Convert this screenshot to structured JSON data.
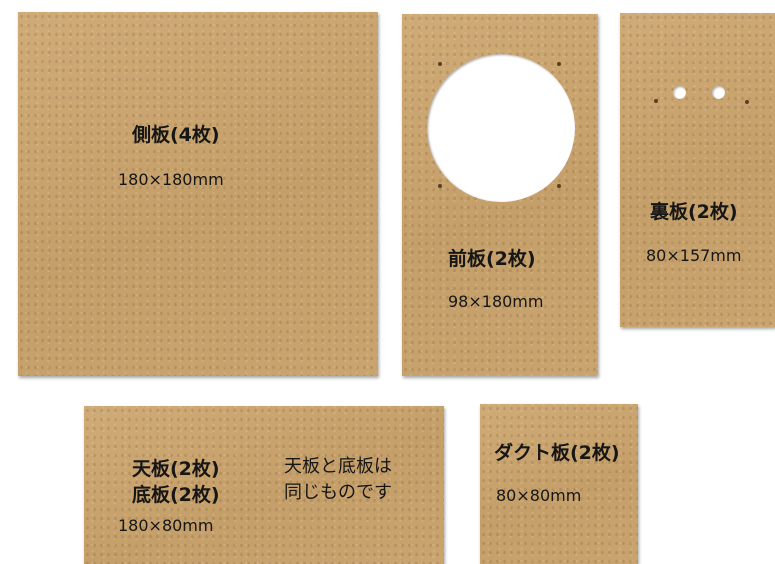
{
  "panels": {
    "side": {
      "name": "側板(4枚)",
      "dim": "180×180mm"
    },
    "front": {
      "name": "前板(2枚)",
      "dim": "98×180mm"
    },
    "back": {
      "name": "裏板(2枚)",
      "dim": "80×157mm"
    },
    "top_bottom": {
      "name_top": "天板(2枚)",
      "name_bottom": "底板(2枚)",
      "dim": "180×80mm",
      "note_line1": "天板と底板は",
      "note_line2": "同じものです"
    },
    "duct": {
      "name": "ダクト板(2枚)",
      "dim": "80×80mm"
    }
  },
  "colors": {
    "board": "#c9a46f",
    "background": "#ffffff",
    "text": "#161616"
  }
}
